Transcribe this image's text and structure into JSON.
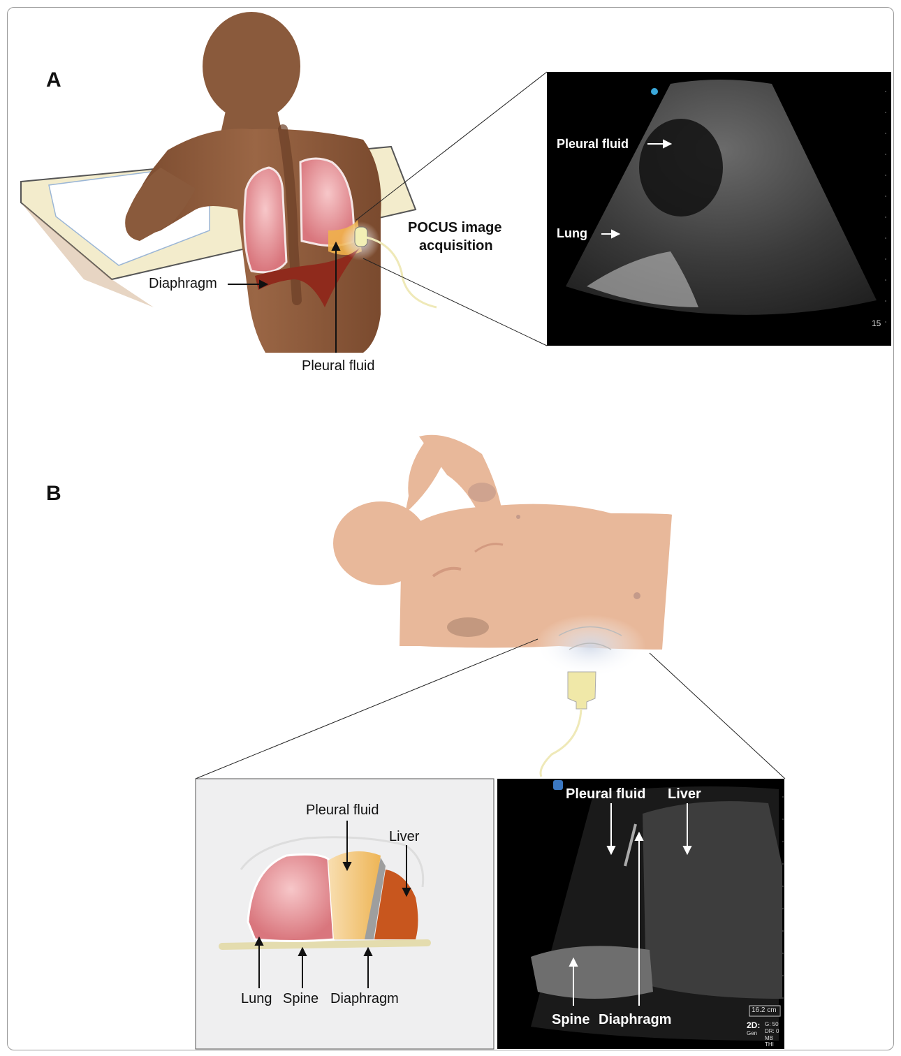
{
  "panel_a": {
    "letter": "A",
    "labels": {
      "diaphragm": "Diaphragm",
      "pleural_fluid": "Pleural fluid",
      "pocus_line1": "POCUS image",
      "pocus_line2": "acquisition"
    },
    "ultrasound": {
      "pleural_fluid": "Pleural fluid",
      "lung": "Lung",
      "depth": "15"
    }
  },
  "panel_b": {
    "letter": "B",
    "schematic": {
      "pleural_fluid": "Pleural fluid",
      "liver": "Liver",
      "lung": "Lung",
      "spine": "Spine",
      "diaphragm": "Diaphragm"
    },
    "ultrasound": {
      "pleural_fluid": "Pleural fluid",
      "liver": "Liver",
      "spine": "Spine",
      "diaphragm": "Diaphragm",
      "depth_badge": "16.2 cm",
      "mode": "2D:",
      "mode_sub": "Gen",
      "gain": "G: 50",
      "dr": "DR: 0",
      "mb": "MB",
      "thi": "THI"
    }
  },
  "colors": {
    "skin_dark": "#8a5a3c",
    "skin_light": "#e8b89a",
    "lung_pink": "#e9a3a8",
    "fluid_yellow": "#f2c56a",
    "liver_orange": "#c8561e",
    "diaphragm_red": "#8f2a1c"
  }
}
